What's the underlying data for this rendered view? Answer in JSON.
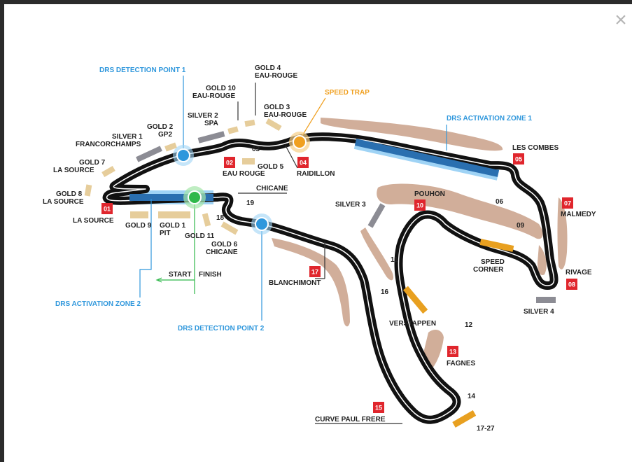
{
  "close_icon": "close-icon",
  "colors": {
    "track": "#111111",
    "runoff": "#c9a088",
    "gold": "#e6cd9b",
    "silver": "#8c8c94",
    "speed": "#e8a020",
    "drs_zone": "#2a6fb0",
    "drs_blue": "#2f97dc",
    "green": "#2fb84a",
    "red_badge": "#e0262d"
  },
  "drs": {
    "detection_1": "DRS DETECTION POINT 1",
    "detection_2": "DRS DETECTION POINT 2",
    "activation_1": "DRS ACTIVATION ZONE 1",
    "activation_2": "DRS ACTIVATION ZONE 2"
  },
  "speed_trap": "SPEED TRAP",
  "start": "START",
  "finish": "FINISH",
  "turns": {
    "t01": {
      "num": "01",
      "name": "LA SOURCE"
    },
    "t02": {
      "num": "02",
      "name": "EAU ROUGE"
    },
    "t04": {
      "num": "04",
      "name": "RAIDILLON"
    },
    "t05": {
      "num": "05",
      "name": "LES COMBES"
    },
    "t07": {
      "num": "07",
      "name": "MALMEDY"
    },
    "t08": {
      "num": "08",
      "name": "RIVAGE"
    },
    "t10": {
      "num": "10",
      "name": "POUHON"
    },
    "t13": {
      "num": "13",
      "name": "FAGNES"
    },
    "t15": {
      "num": "15",
      "name": "CURVE PAUL FRERE"
    },
    "t17": {
      "num": "17",
      "name": "BLANCHIMONT"
    }
  },
  "minor_turns": {
    "t03": "03",
    "t06": "06",
    "t09": "09",
    "t11": "11",
    "t12": "12",
    "t14": "14",
    "t16": "16",
    "t18": "18",
    "t19": "19"
  },
  "chicane": "CHICANE",
  "grandstands": {
    "gold1": [
      "GOLD 1",
      "PIT"
    ],
    "gold2": [
      "GOLD 2",
      "GP2"
    ],
    "gold3": [
      "GOLD 3",
      "EAU-ROUGE"
    ],
    "gold4": [
      "GOLD 4",
      "EAU-ROUGE"
    ],
    "gold5": [
      "GOLD 5"
    ],
    "gold6": [
      "GOLD 6",
      "CHICANE"
    ],
    "gold7": [
      "GOLD 7",
      "LA SOURCE"
    ],
    "gold8": [
      "GOLD 8",
      "LA SOURCE"
    ],
    "gold9": [
      "GOLD 9"
    ],
    "gold10": [
      "GOLD 10",
      "EAU-ROUGE"
    ],
    "gold11": [
      "GOLD 11"
    ],
    "silver1": [
      "SILVER 1",
      "FRANCORCHAMPS"
    ],
    "silver2": [
      "SILVER 2",
      "SPA"
    ],
    "silver3": [
      "SILVER 3"
    ],
    "silver4": [
      "SILVER 4"
    ],
    "speed_corner": [
      "SPEED",
      "CORNER"
    ],
    "verstappen": [
      "VERSTAPPEN"
    ],
    "zone_1727": [
      "17-27"
    ]
  }
}
